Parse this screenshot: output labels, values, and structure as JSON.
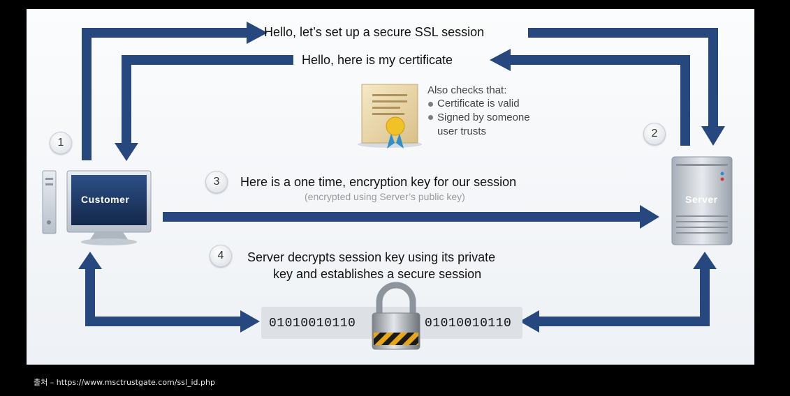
{
  "messages": {
    "hello_client": "Hello, let’s set up a secure SSL session",
    "hello_server": "Hello, here is my certificate",
    "also_checks_title": "Also checks that:",
    "check_1": "Certificate is valid",
    "check_2_line1": "Signed by someone",
    "check_2_line2": "user trusts",
    "key_message": "Here is a one time, encryption key for our session",
    "key_note": "(encrypted using Server’s public key)",
    "decrypt_line1": "Server decrypts session key using its private",
    "decrypt_line2": "key and establishes a secure session"
  },
  "steps": [
    "1",
    "2",
    "3",
    "4"
  ],
  "devices": {
    "customer": "Customer",
    "server": "Server"
  },
  "binary": {
    "left": "01010010110",
    "right": "01010010110"
  },
  "source": "출처 – https://www.msctrustgate.com/ssl_id.php",
  "colors": {
    "arrow": "#26487f",
    "background": "#000000",
    "panel": "#f4f6f9"
  },
  "icons": [
    "computer-icon",
    "server-icon",
    "certificate-icon",
    "padlock-icon"
  ]
}
